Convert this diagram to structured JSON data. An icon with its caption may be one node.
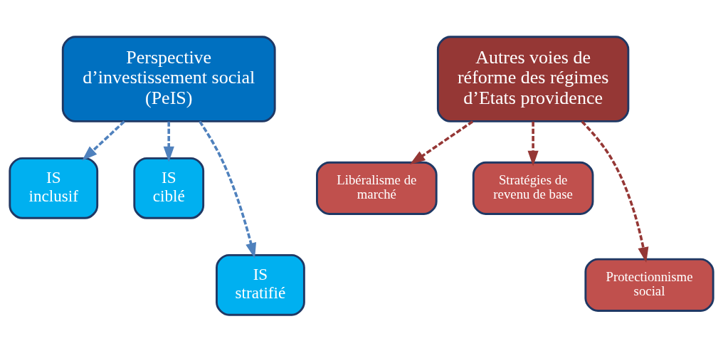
{
  "diagram": {
    "nodes": [
      {
        "text": [
          "Perspective d’investissement social (PeIS)"
        ]
      },
      {
        "text": [
          "IS inclusif"
        ]
      },
      {
        "text": [
          "IS ciblé"
        ]
      },
      {
        "text": [
          "IS stratifié"
        ]
      },
      {
        "text": [
          "Autres voies de réforme des régimes d’Etats providence"
        ]
      },
      {
        "text": [
          "Libéralisme de marché"
        ]
      },
      {
        "text": [
          "Stratégies de revenu de base"
        ]
      },
      {
        "text": [
          "Protectionnisme social"
        ]
      }
    ],
    "edges": [
      {
        "from": 0,
        "to": 1,
        "arrow": "to",
        "style": "dashed",
        "color": "#4f81bd"
      },
      {
        "from": 0,
        "to": 3,
        "arrow": "to",
        "style": "dashed",
        "color": "#4f81bd"
      },
      {
        "from": 0,
        "to": 2,
        "arrow": "to",
        "style": "dashed",
        "color": "#4f81bd"
      },
      {
        "from": 4,
        "to": 5,
        "arrow": "to",
        "style": "dashed",
        "color": "#953735"
      },
      {
        "from": 4,
        "to": 7,
        "arrow": "to",
        "style": "dashed",
        "color": "#953735"
      },
      {
        "from": 4,
        "to": 6,
        "arrow": "to",
        "style": "dashed",
        "color": "#953735"
      }
    ]
  }
}
